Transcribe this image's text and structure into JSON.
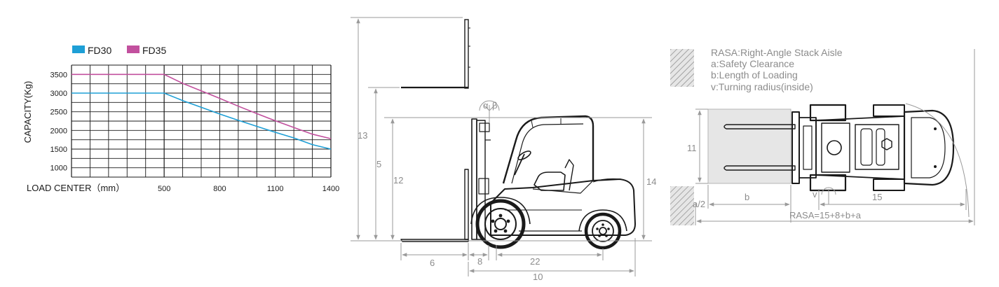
{
  "chart_data": {
    "type": "line",
    "title": "",
    "xlabel": "LOAD CENTER（mm）",
    "ylabel": "CAPACITY(Kg)",
    "x_ticks": [
      500,
      800,
      1100,
      1400
    ],
    "x_tick_labels": [
      "500",
      "800",
      "1100",
      "1400"
    ],
    "x_range": [
      0,
      1400
    ],
    "y_ticks": [
      1000,
      1500,
      2000,
      2500,
      3000,
      3500
    ],
    "y_tick_labels": [
      "1000",
      "1500",
      "2000",
      "2500",
      "3000",
      "3500"
    ],
    "y_range": [
      750,
      3750
    ],
    "grid": true,
    "legend_position": "top-left",
    "series": [
      {
        "name": "FD30",
        "color": "#1e9fd6",
        "points": [
          [
            0,
            3000
          ],
          [
            500,
            3000
          ],
          [
            600,
            2800
          ],
          [
            700,
            2620
          ],
          [
            800,
            2440
          ],
          [
            900,
            2270
          ],
          [
            1000,
            2110
          ],
          [
            1100,
            1950
          ],
          [
            1200,
            1800
          ],
          [
            1300,
            1620
          ],
          [
            1400,
            1500
          ]
        ]
      },
      {
        "name": "FD35",
        "color": "#c2509e",
        "points": [
          [
            0,
            3500
          ],
          [
            500,
            3500
          ],
          [
            600,
            3260
          ],
          [
            700,
            3060
          ],
          [
            800,
            2860
          ],
          [
            900,
            2650
          ],
          [
            1000,
            2450
          ],
          [
            1100,
            2260
          ],
          [
            1200,
            2080
          ],
          [
            1300,
            1900
          ],
          [
            1400,
            1780
          ]
        ]
      }
    ]
  },
  "side_view": {
    "dims": {
      "d13": "13",
      "d5": "5",
      "d12": "12",
      "d14": "14",
      "d6": "6",
      "d8": "8",
      "d22": "22",
      "d10": "10"
    },
    "tilt_labels": {
      "left": "α",
      "right": "β"
    }
  },
  "top_view": {
    "legend_title": "RASA:Right-Angle Stack Aisle",
    "legend_lines": [
      "a:Safety Clearance",
      "b:Length of Loading",
      "v:Turning radius(inside)"
    ],
    "dims": {
      "d11": "11",
      "db": "b",
      "d15": "15",
      "dv": "v",
      "da2": "a/2",
      "rasa": "RASA=15+8+b+a"
    }
  }
}
